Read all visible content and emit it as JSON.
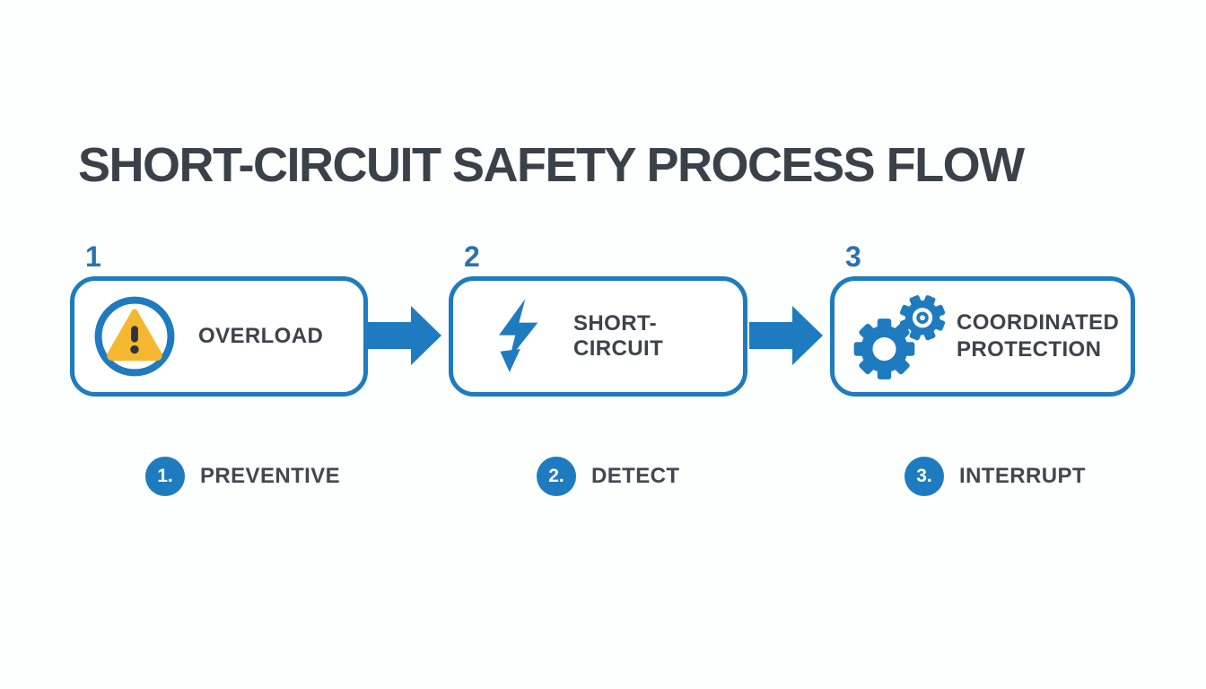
{
  "title": "SHORT-CIRCUIT SAFETY PROCESS FLOW",
  "colors": {
    "accent_blue": "#1e7bbf",
    "step_number_blue": "#2b72ae",
    "title_text": "#3a4149",
    "label_text": "#3d434a",
    "warning_yellow": "#f6b730",
    "icon_dark": "#2e343c",
    "background": "#fdfefe",
    "box_background": "#ffffff",
    "badge_text": "#ffffff"
  },
  "steps": [
    {
      "number": "1",
      "label": "OVERLOAD",
      "icon": "warning-triangle-icon"
    },
    {
      "number": "2",
      "label": "SHORT-CIRCUIT",
      "icon": "lightning-bolt-icon"
    },
    {
      "number": "3",
      "label": "COORDINATED PROTECTION",
      "icon": "gears-icon"
    }
  ],
  "badges": [
    {
      "number": "1.",
      "label": "PREVENTIVE"
    },
    {
      "number": "2.",
      "label": "DETECT"
    },
    {
      "number": "3.",
      "label": "INTERRUPT"
    }
  ]
}
